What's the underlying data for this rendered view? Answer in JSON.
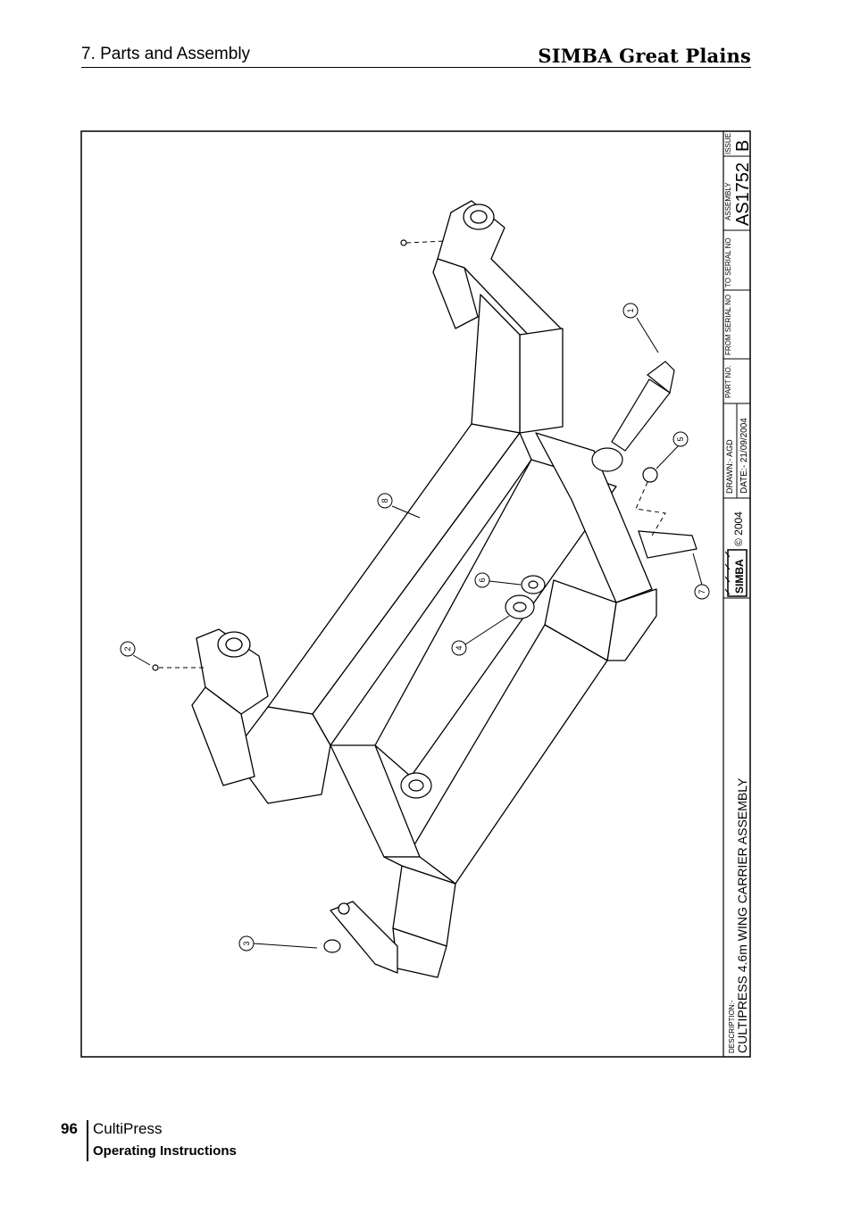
{
  "header": {
    "section": "7. Parts and Assembly",
    "brand": "SIMBA Great Plains"
  },
  "title_block": {
    "issue_label": "ISSUE",
    "issue": "B",
    "assembly_label": "ASSEMBLY",
    "assembly": "AS1752",
    "to_serial_label": "TO SERIAL NO",
    "from_serial_label": "FROM SERIAL NO",
    "part_no_label": "PART NO.",
    "drawn": "DRAWN:- AGD",
    "date": "DATE:- 21/09/2004",
    "copyright": "© 2004",
    "logo": "SIMBA",
    "description_label": "DESCRIPTION:-",
    "description": "CULTIPRESS 4.6m WING CARRIER ASSEMBLY"
  },
  "callouts": [
    "1",
    "2",
    "3",
    "4",
    "5",
    "6",
    "7",
    "8"
  ],
  "footer": {
    "page": "96",
    "title": "CultiPress",
    "subtitle": "Operating Instructions"
  }
}
